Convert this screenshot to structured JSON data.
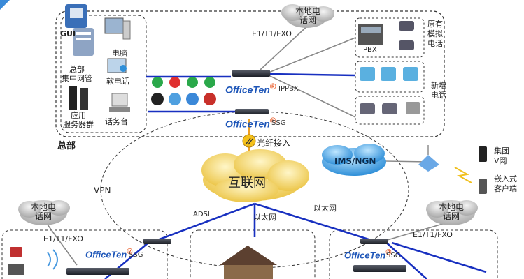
{
  "hq": {
    "label": "总部",
    "gui_label": "GUI",
    "mgmt_label": "总部\n集中网管",
    "servers_label": "应用\n服务器群",
    "pc_label": "电脑",
    "softphone_label": "软电话",
    "console_label": "话务台"
  },
  "pstn_hq": {
    "label": "本地电\n话网",
    "link_label": "E1/T1/FXO"
  },
  "ippbx": {
    "brand": "OfficeTen",
    "model": "IPPBX"
  },
  "ssg_hq": {
    "brand": "OfficeTen",
    "model": "SSG"
  },
  "right_devices": {
    "pbx_label": "PBX",
    "orig_label": "原有\n模拟\n电话",
    "new_label": "新增\n电话"
  },
  "fiber_label": "光纤接入",
  "internet_label": "互联网",
  "ims_label": "IMS/NGN",
  "vpn_label": "VPN",
  "mobile": {
    "group_label": "集团\nV网",
    "embedded_label": "嵌入式\n客户端"
  },
  "links": {
    "adsl": "ADSL",
    "ethernet1": "以太网",
    "ethernet2": "以太网"
  },
  "left_branch": {
    "pstn_label": "本地电\n话网",
    "link_label": "E1/T1/FXO",
    "brand": "OfficeTen",
    "model": "SSG"
  },
  "right_branch": {
    "pstn_label": "本地电\n话网",
    "link_label": "E1/T1/FXO",
    "brand": "OfficeTen",
    "model": "SSG"
  },
  "colors": {
    "link_blue": "#1830c0",
    "fiber_orange": "#f0a020",
    "cloud_yellow": "#f5dc7a",
    "ims_blue": "#3d9fe0",
    "brand_blue": "#1e56b8"
  }
}
